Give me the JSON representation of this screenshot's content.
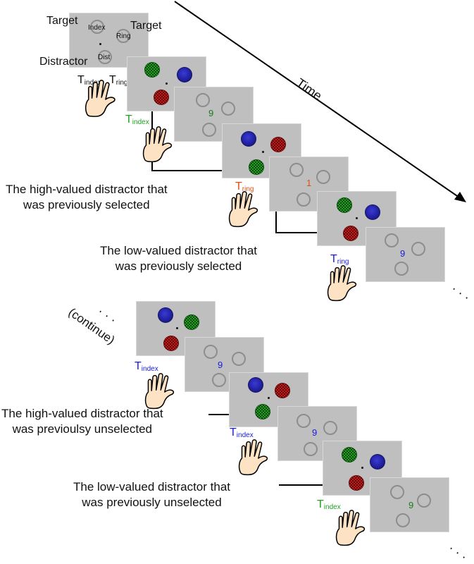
{
  "colors": {
    "green": "#22a022",
    "red": "#e05010",
    "blue": "#1a1adc",
    "screen_bg": "#bfbfbf",
    "skin": "#fde3c3"
  },
  "time_label": "Time",
  "legend_screen": {
    "target_left": "Target",
    "target_right": "Target",
    "distractor": "Distractor",
    "index": "Index",
    "ring": "Ring",
    "dist": "Dist"
  },
  "hand_legend": {
    "t": "T",
    "index_sub": "index",
    "ring_sub": "ring"
  },
  "continue_label": "(continue)",
  "ellipsis": "· · ·",
  "feedback_value": "9",
  "feedback_value_low": "1",
  "captions": {
    "high_selected": [
      "The high-valued distractor that",
      "was previously selected"
    ],
    "low_selected": [
      "The low-valued distractor that",
      "was previously selected"
    ],
    "high_unselected": [
      "The high-valued distractor that",
      "was previoulsy unselected"
    ],
    "low_unselected": [
      "The low-valued distractor that",
      "was previously unselected"
    ]
  },
  "responses": [
    {
      "t": "T",
      "sub": "index",
      "color": "#22a022"
    },
    {
      "t": "T",
      "sub": "ring",
      "color": "#e05010"
    },
    {
      "t": "T",
      "sub": "ring",
      "color": "#1a1adc"
    },
    {
      "t": "T",
      "sub": "index",
      "color": "#1a1adc"
    },
    {
      "t": "T",
      "sub": "index",
      "color": "#1a1adc"
    },
    {
      "t": "T",
      "sub": "index",
      "color": "#22a022"
    }
  ],
  "feedback": [
    {
      "value": "9",
      "color": "#1a7a1a"
    },
    {
      "value": "1",
      "color": "#e05010"
    },
    {
      "value": "9",
      "color": "#1a1adc"
    },
    {
      "value": "9",
      "color": "#1a1adc"
    },
    {
      "value": "9",
      "color": "#1a1adc"
    },
    {
      "value": "9",
      "color": "#1a7a1a"
    }
  ]
}
